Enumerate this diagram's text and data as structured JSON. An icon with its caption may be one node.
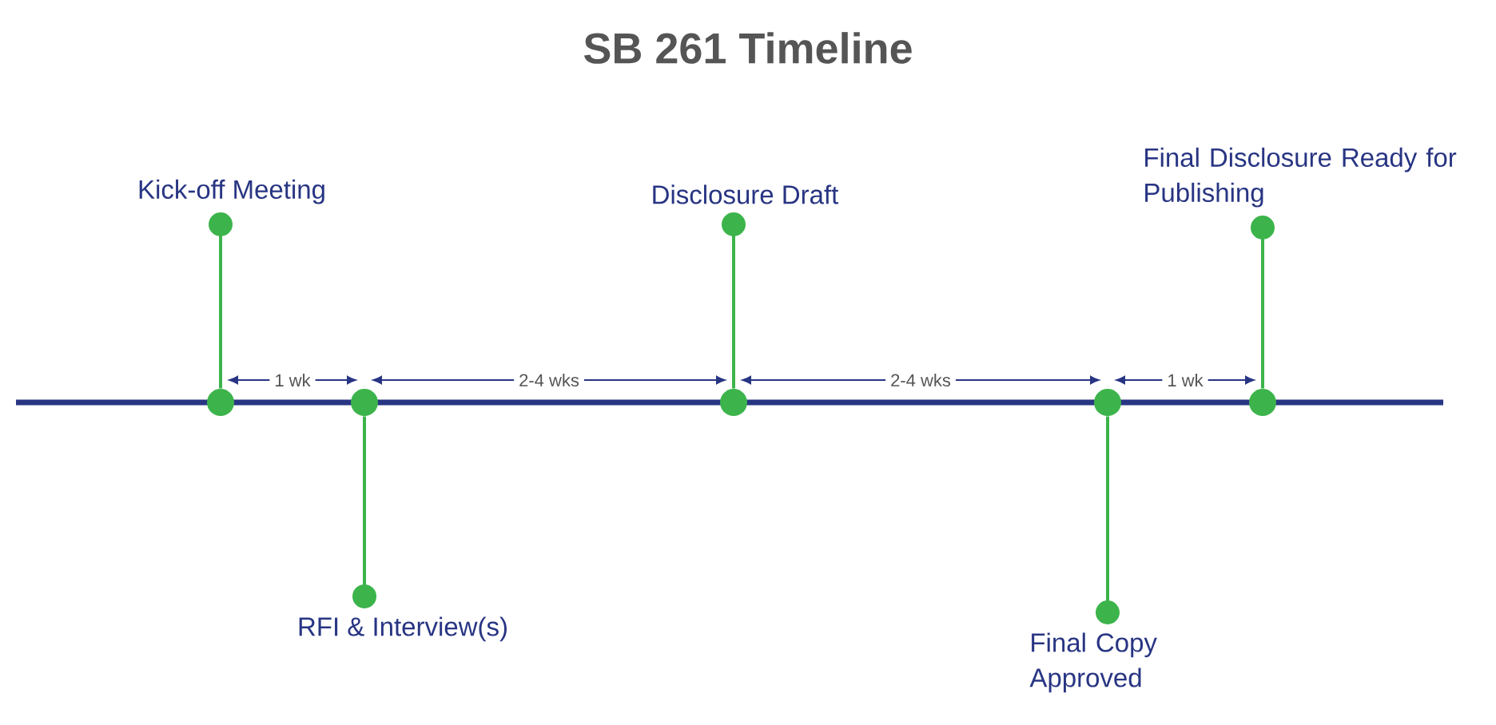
{
  "diagram": {
    "title": "SB 261 Timeline",
    "nodes": [
      {
        "text": [
          "Kick-off Meeting"
        ]
      },
      {
        "text": [
          "RFI & Interview(s)"
        ]
      },
      {
        "text": [
          "Disclosure Draft"
        ]
      },
      {
        "text": [
          "Final Copy Approved"
        ]
      },
      {
        "text": [
          "Final Disclosure Ready for Publishing"
        ]
      },
      {
        "text": [],
        "shape": "circle"
      },
      {
        "text": [],
        "shape": "circle"
      },
      {
        "text": [],
        "shape": "circle"
      },
      {
        "text": [],
        "shape": "circle"
      },
      {
        "text": [],
        "shape": "circle"
      }
    ],
    "edges": [
      {
        "from": 0,
        "to": 5,
        "arrow": "other"
      },
      {
        "from": 1,
        "to": 6,
        "arrow": "other"
      },
      {
        "from": 2,
        "to": 7,
        "arrow": "other"
      },
      {
        "from": 3,
        "to": 8,
        "arrow": "other"
      },
      {
        "from": 4,
        "to": 9,
        "arrow": "other"
      },
      {
        "from": 5,
        "to": 6,
        "arrow": "both",
        "label": "1 wk",
        "color": "#283583"
      },
      {
        "from": 6,
        "to": 7,
        "arrow": "both",
        "label": "2-4 wks",
        "color": "#283583"
      },
      {
        "from": 7,
        "to": 8,
        "arrow": "both",
        "label": "2-4 wks",
        "color": "#283583"
      },
      {
        "from": 8,
        "to": 9,
        "arrow": "both",
        "label": "1 wk",
        "color": "#283583"
      }
    ]
  }
}
